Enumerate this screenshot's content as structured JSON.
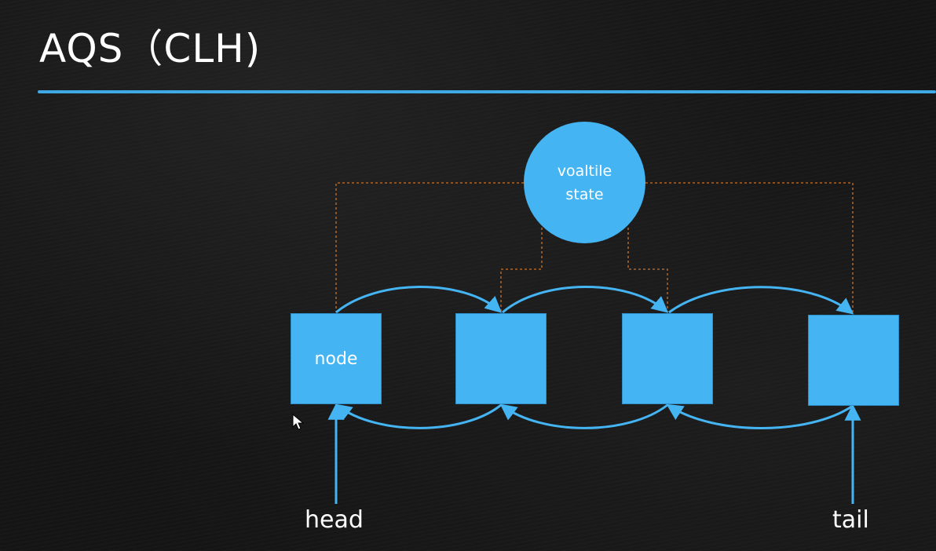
{
  "title": "AQS（CLH)",
  "diagram": {
    "state_circle": {
      "line1": "voaltile",
      "line2": "state"
    },
    "nodes": [
      {
        "label": "node"
      },
      {
        "label": ""
      },
      {
        "label": ""
      },
      {
        "label": ""
      }
    ],
    "head_label": "head",
    "tail_label": "tail"
  },
  "colors": {
    "accent_blue": "#45b4f2",
    "dashed_orange": "#c8742c",
    "background": "#151515"
  }
}
